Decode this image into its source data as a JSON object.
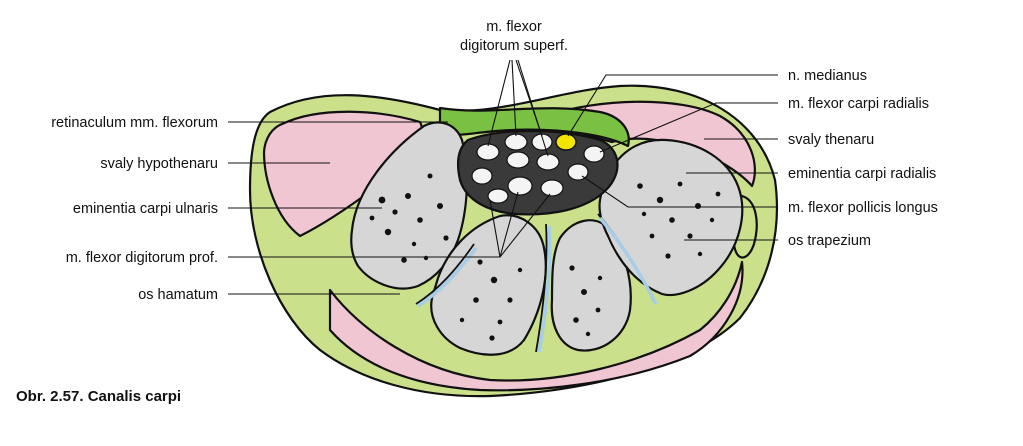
{
  "figure": {
    "caption": "Obr. 2.57. Canalis carpi",
    "top_label": {
      "line1": "m. flexor",
      "line2": "digitorum superf."
    },
    "left_labels": [
      "retinaculum mm. flexorum",
      "svaly hypothenaru",
      "eminentia carpi ulnaris",
      "m. flexor digitorum prof.",
      "os hamatum"
    ],
    "right_labels": [
      "n. medianus",
      "m. flexor carpi radialis",
      "svaly thenaru",
      "eminentia carpi radialis",
      "m. flexor pollicis longus",
      "os trapezium"
    ]
  },
  "colors": {
    "outer_ring": "#cbe08a",
    "muscle": "#f0c6d2",
    "bone": "#d6d6d6",
    "retinaculum": "#7ac043",
    "canal": "#3a3a3a",
    "nerve": "#f2e600",
    "joint": "#a8cde6"
  }
}
